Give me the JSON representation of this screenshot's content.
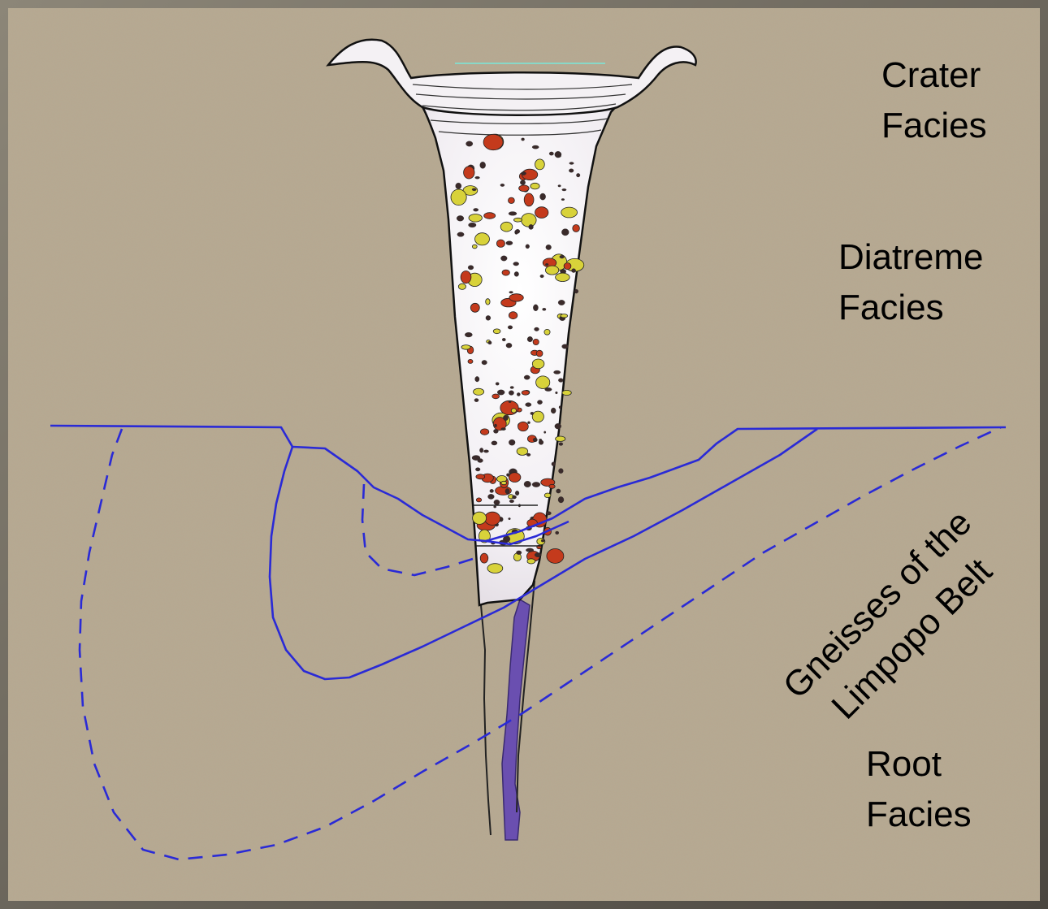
{
  "labels": {
    "crater": [
      "Crater",
      "Facies"
    ],
    "diatreme": [
      "Diatreme",
      "Facies"
    ],
    "gneiss": [
      "Gneisses of the",
      "Limpopo Belt"
    ],
    "root": [
      "Root",
      "Facies"
    ]
  },
  "colors": {
    "background": "#b6a88f",
    "frame": "#5a5650",
    "pipe_fill": "#f2eef2",
    "pipe_outline": "#111111",
    "contact_lines": "#2a2ad6",
    "root_dyke": "#6a4fb0",
    "clast_red": "#c43a1c",
    "clast_yellow": "#d8d23a",
    "clast_dark": "#3a2a2a"
  }
}
